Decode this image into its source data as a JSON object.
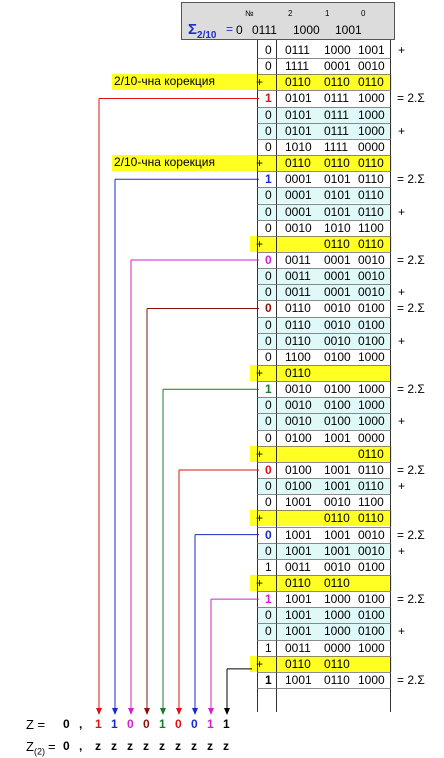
{
  "header": {
    "sigma": "Σ",
    "sigma_sub": "2/10",
    "equals": "=",
    "col_no": "№",
    "col_2": "2",
    "col_1": "1",
    "col_0": "0",
    "sign": "0",
    "t2": "0111",
    "t1": "1000",
    "t0": "1001"
  },
  "correction_label": "2/10-чна корекция",
  "rows": [
    {
      "sign": "0",
      "t2": "0111",
      "t1": "1000",
      "t0": "1001",
      "op": "+",
      "style": "plain"
    },
    {
      "sign": "0",
      "t2": "1111",
      "t1": "0001",
      "t0": "0010",
      "style": "plain"
    },
    {
      "sign": "+",
      "t2": "0110",
      "t1": "0110",
      "t0": "0110",
      "style": "yel",
      "label": true
    },
    {
      "sign": "1",
      "signColor": "#e01010",
      "t2": "0101",
      "t1": "0111",
      "t0": "1000",
      "eq": "= 2.Σ",
      "style": "plain"
    },
    {
      "sign": "0",
      "t2": "0101",
      "t1": "0111",
      "t0": "1000",
      "style": "cyan"
    },
    {
      "sign": "0",
      "t2": "0101",
      "t1": "0111",
      "t0": "1000",
      "op": "+",
      "style": "cyan"
    },
    {
      "sign": "0",
      "t2": "1010",
      "t1": "1111",
      "t0": "0000",
      "style": "plain"
    },
    {
      "sign": "+",
      "t2": "0110",
      "t1": "0110",
      "t0": "0110",
      "style": "yel",
      "label": true
    },
    {
      "sign": "1",
      "signColor": "#1a2ad0",
      "t2": "0001",
      "t1": "0101",
      "t0": "0110",
      "eq": "= 2.Σ",
      "style": "plain"
    },
    {
      "sign": "0",
      "t2": "0001",
      "t1": "0101",
      "t0": "0110",
      "style": "cyan"
    },
    {
      "sign": "0",
      "t2": "0001",
      "t1": "0101",
      "t0": "0110",
      "op": "+",
      "style": "cyan"
    },
    {
      "sign": "0",
      "t2": "0010",
      "t1": "1010",
      "t0": "1100",
      "style": "plain"
    },
    {
      "sign": "+",
      "t2": "",
      "t1": "0110",
      "t0": "0110",
      "style": "yel"
    },
    {
      "sign": "0",
      "signColor": "#d020d0",
      "t2": "0011",
      "t1": "0001",
      "t0": "0010",
      "eq": "= 2.Σ",
      "style": "plain"
    },
    {
      "sign": "0",
      "t2": "0011",
      "t1": "0001",
      "t0": "0010",
      "style": "cyan"
    },
    {
      "sign": "0",
      "t2": "0011",
      "t1": "0001",
      "t0": "0010",
      "op": "+",
      "style": "cyan"
    },
    {
      "sign": "0",
      "signColor": "#8a1010",
      "t2": "0110",
      "t1": "0010",
      "t0": "0100",
      "eq": "= 2.Σ",
      "style": "plain"
    },
    {
      "sign": "0",
      "t2": "0110",
      "t1": "0010",
      "t0": "0100",
      "style": "cyan"
    },
    {
      "sign": "0",
      "t2": "0110",
      "t1": "0010",
      "t0": "0100",
      "op": "+",
      "style": "cyan"
    },
    {
      "sign": "0",
      "t2": "1100",
      "t1": "0100",
      "t0": "1000",
      "style": "plain"
    },
    {
      "sign": "+",
      "t2": "0110",
      "t1": "",
      "t0": "",
      "style": "yel"
    },
    {
      "sign": "1",
      "signColor": "#1a7a2a",
      "t2": "0010",
      "t1": "0100",
      "t0": "1000",
      "eq": "= 2.Σ",
      "style": "plain"
    },
    {
      "sign": "0",
      "t2": "0010",
      "t1": "0100",
      "t0": "1000",
      "style": "cyan"
    },
    {
      "sign": "0",
      "t2": "0010",
      "t1": "0100",
      "t0": "1000",
      "op": "+",
      "style": "cyan"
    },
    {
      "sign": "0",
      "t2": "0100",
      "t1": "1001",
      "t0": "0000",
      "style": "plain"
    },
    {
      "sign": "+",
      "t2": "",
      "t1": "",
      "t0": "0110",
      "style": "yel"
    },
    {
      "sign": "0",
      "signColor": "#e01010",
      "t2": "0100",
      "t1": "1001",
      "t0": "0110",
      "eq": "= 2.Σ",
      "style": "plain"
    },
    {
      "sign": "0",
      "t2": "0100",
      "t1": "1001",
      "t0": "0110",
      "op": "+",
      "style": "cyan"
    },
    {
      "sign": "0",
      "t2": "1001",
      "t1": "0010",
      "t0": "1100",
      "style": "plain"
    },
    {
      "sign": "+",
      "t2": "",
      "t1": "0110",
      "t0": "0110",
      "style": "yel"
    },
    {
      "sign": "0",
      "signColor": "#1a2ad0",
      "t2": "1001",
      "t1": "1001",
      "t0": "0010",
      "eq": "= 2.Σ",
      "style": "plain"
    },
    {
      "sign": "0",
      "t2": "1001",
      "t1": "1001",
      "t0": "0010",
      "op": "+",
      "style": "cyan"
    },
    {
      "sign": "1",
      "t2": "0011",
      "t1": "0010",
      "t0": "0100",
      "style": "plain"
    },
    {
      "sign": "+",
      "t2": "0110",
      "t1": "0110",
      "t0": "",
      "style": "yel"
    },
    {
      "sign": "1",
      "signColor": "#d020d0",
      "t2": "1001",
      "t1": "1000",
      "t0": "0100",
      "eq": "= 2.Σ",
      "style": "plain"
    },
    {
      "sign": "0",
      "t2": "1001",
      "t1": "1000",
      "t0": "0100",
      "style": "cyan"
    },
    {
      "sign": "0",
      "t2": "1001",
      "t1": "1000",
      "t0": "0100",
      "op": "+",
      "style": "cyan"
    },
    {
      "sign": "1",
      "t2": "0011",
      "t1": "0000",
      "t0": "1000",
      "style": "plain"
    },
    {
      "sign": "+",
      "t2": "0110",
      "t1": "0110",
      "t0": "",
      "style": "yel"
    },
    {
      "sign": "1",
      "t2": "1001",
      "t1": "0110",
      "t0": "1000",
      "eq": "= 2.Σ",
      "style": "plain",
      "bold": true
    }
  ],
  "result": {
    "z_label": "Z  =",
    "z2_label": "Z",
    "z2_sub": "(2)",
    "z2_eq": "=",
    "z_digits": [
      {
        "t": "0",
        "c": "#000000"
      },
      {
        "t": ",",
        "c": "#000000"
      },
      {
        "t": "1",
        "c": "#e01010"
      },
      {
        "t": "1",
        "c": "#1a2ad0"
      },
      {
        "t": "0",
        "c": "#d020d0"
      },
      {
        "t": "0",
        "c": "#8a1010"
      },
      {
        "t": "1",
        "c": "#1a7a2a"
      },
      {
        "t": "0",
        "c": "#e01010"
      },
      {
        "t": "0",
        "c": "#1a2ad0"
      },
      {
        "t": "1",
        "c": "#d020d0"
      },
      {
        "t": "1",
        "c": "#000000"
      }
    ],
    "z2_digits": [
      "0",
      ",",
      "z",
      "z",
      "z",
      "z",
      "z",
      "z",
      "z",
      "z",
      "z"
    ]
  }
}
